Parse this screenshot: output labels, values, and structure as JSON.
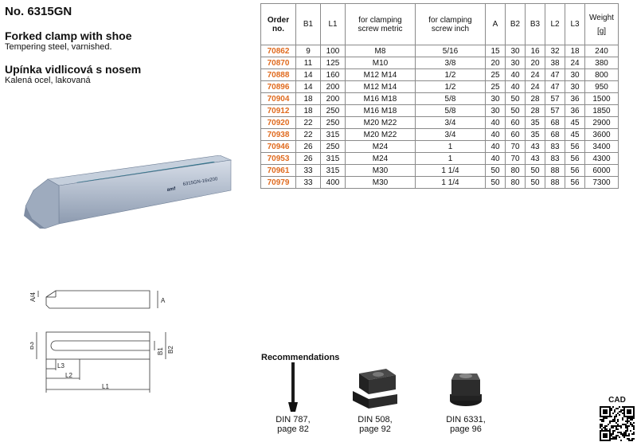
{
  "product": {
    "number": "No. 6315GN",
    "name_en": "Forked clamp with shoe",
    "material_en": "Tempering steel, varnished.",
    "name_cz": "Upínka vidlicová s nosem",
    "material_cz": "Kalená ocel, lakovaná",
    "engraving": "6315GN-16x200"
  },
  "table": {
    "headers": {
      "order": "Order no.",
      "b1": "B1",
      "l1": "L1",
      "metric": "for clamping screw metric",
      "inch": "for clamping screw inch",
      "a": "A",
      "b2": "B2",
      "b3": "B3",
      "l2": "L2",
      "l3": "L3",
      "weight": "Weight",
      "weight_unit": "[g]"
    },
    "rows": [
      [
        "70862",
        "9",
        "100",
        "M8",
        "5/16",
        "15",
        "30",
        "16",
        "32",
        "18",
        "240"
      ],
      [
        "70870",
        "11",
        "125",
        "M10",
        "3/8",
        "20",
        "30",
        "20",
        "38",
        "24",
        "380"
      ],
      [
        "70888",
        "14",
        "160",
        "M12 M14",
        "1/2",
        "25",
        "40",
        "24",
        "47",
        "30",
        "800"
      ],
      [
        "70896",
        "14",
        "200",
        "M12 M14",
        "1/2",
        "25",
        "40",
        "24",
        "47",
        "30",
        "950"
      ],
      [
        "70904",
        "18",
        "200",
        "M16 M18",
        "5/8",
        "30",
        "50",
        "28",
        "57",
        "36",
        "1500"
      ],
      [
        "70912",
        "18",
        "250",
        "M16 M18",
        "5/8",
        "30",
        "50",
        "28",
        "57",
        "36",
        "1850"
      ],
      [
        "70920",
        "22",
        "250",
        "M20 M22",
        "3/4",
        "40",
        "60",
        "35",
        "68",
        "45",
        "2900"
      ],
      [
        "70938",
        "22",
        "315",
        "M20 M22",
        "3/4",
        "40",
        "60",
        "35",
        "68",
        "45",
        "3600"
      ],
      [
        "70946",
        "26",
        "250",
        "M24",
        "1",
        "40",
        "70",
        "43",
        "83",
        "56",
        "3400"
      ],
      [
        "70953",
        "26",
        "315",
        "M24",
        "1",
        "40",
        "70",
        "43",
        "83",
        "56",
        "4300"
      ],
      [
        "70961",
        "33",
        "315",
        "M30",
        "1 1/4",
        "50",
        "80",
        "50",
        "88",
        "56",
        "6000"
      ],
      [
        "70979",
        "33",
        "400",
        "M30",
        "1 1/4",
        "50",
        "80",
        "50",
        "88",
        "56",
        "7300"
      ]
    ]
  },
  "drawing_labels": {
    "a4": "A/4",
    "a": "A",
    "b3": "B3",
    "b1": "B1",
    "b2": "B2",
    "l3": "L3",
    "l2": "L2",
    "l1": "L1"
  },
  "recommendations": {
    "title": "Recommendations",
    "items": [
      {
        "line1": "DIN 787,",
        "line2": "page 82",
        "icon": "t-slot-bolt-icon"
      },
      {
        "line1": "DIN 508,",
        "line2": "page 92",
        "icon": "t-slot-nut-icon"
      },
      {
        "line1": "DIN 6331,",
        "line2": "page 96",
        "icon": "collar-nut-icon"
      }
    ]
  },
  "cad": {
    "label": "CAD",
    "icon": "qr-code-icon"
  },
  "colors": {
    "order_number": "#e06b1f",
    "clamp_body": "#a9b6c9",
    "slot": "#1f6f86"
  }
}
